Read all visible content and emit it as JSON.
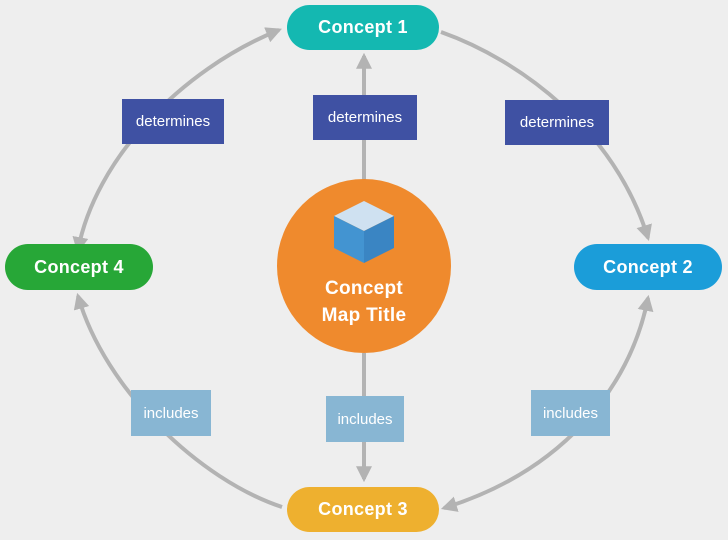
{
  "diagram": {
    "background_color": "#eeeeee",
    "arrow_color": "#b3b3b3"
  },
  "center": {
    "line1": "Concept",
    "line2": "Map Title",
    "circle_color": "#ef8a2d",
    "icon": "cube-icon",
    "cube_colors": {
      "top": "#cfe1f1",
      "left": "#4394d1",
      "right": "#3a85c3"
    }
  },
  "nodes": {
    "concept1": {
      "label": "Concept 1",
      "color": "#14b8b1",
      "position": "top"
    },
    "concept2": {
      "label": "Concept 2",
      "color": "#1b9dd9",
      "position": "right"
    },
    "concept3": {
      "label": "Concept 3",
      "color": "#eeb02f",
      "position": "bottom"
    },
    "concept4": {
      "label": "Concept 4",
      "color": "#27a737",
      "position": "left"
    }
  },
  "edge_labels": {
    "determines": {
      "text": "determines",
      "color": "#3f51a3"
    },
    "includes": {
      "text": "includes",
      "color": "#88b6d3"
    }
  },
  "edges": [
    {
      "from": "concept4",
      "to": "concept1",
      "label": "determines",
      "bidirectional": true
    },
    {
      "from": "concept1",
      "to": "concept2",
      "label": "determines",
      "bidirectional": false
    },
    {
      "from": "center",
      "to": "concept1",
      "label": "determines",
      "bidirectional": false
    },
    {
      "from": "concept2",
      "to": "concept3",
      "label": "includes",
      "bidirectional": true
    },
    {
      "from": "concept3",
      "to": "concept4",
      "label": "includes",
      "bidirectional": false
    },
    {
      "from": "center",
      "to": "concept3",
      "label": "includes",
      "bidirectional": false
    }
  ]
}
